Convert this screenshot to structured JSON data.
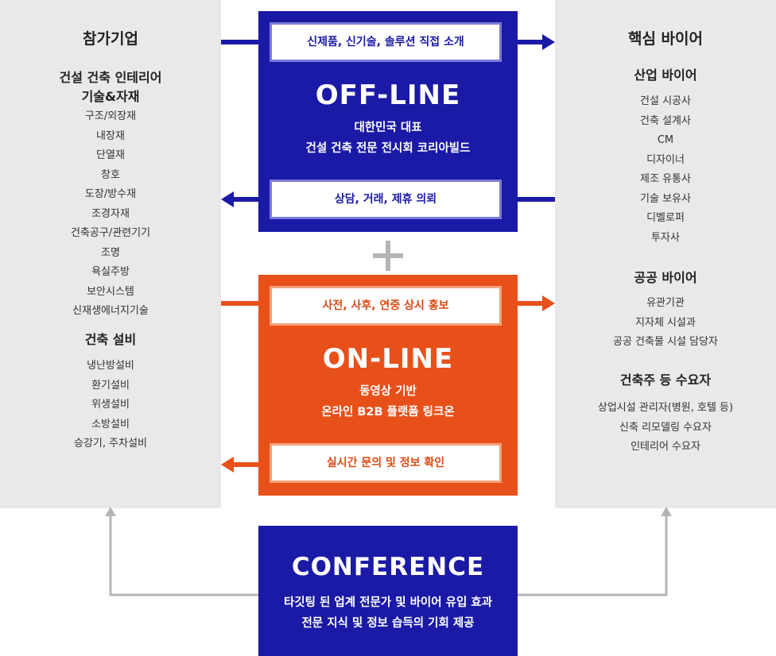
{
  "participants": {
    "title": "참가기업",
    "groups": [
      {
        "heading": [
          "건설 건축 인테리어",
          "기술&자재"
        ],
        "items": [
          "구조/외장재",
          "내장재",
          "단열재",
          "창호",
          "도장/방수재",
          "조경자재",
          "건축공구/관련기기",
          "조명",
          "욕실주방",
          "보안시스템",
          "신재생에너지기술"
        ]
      },
      {
        "heading": [
          "건축 설비"
        ],
        "items": [
          "냉난방설비",
          "환기설비",
          "위생설비",
          "소방설비",
          "승강기, 주차설비"
        ]
      }
    ]
  },
  "buyers": {
    "title": "핵심 바이어",
    "groups": [
      {
        "heading": [
          "산업 바이어"
        ],
        "items": [
          "건설 시공사",
          "건축 설계사",
          "CM",
          "디자이너",
          "제조 유통사",
          "기술 보유사",
          "디벨로퍼",
          "투자사"
        ]
      },
      {
        "heading": [
          "공공 바이어"
        ],
        "items": [
          "유관기관",
          "지자체 시설과",
          "공공 건축물 시설 담당자"
        ]
      },
      {
        "heading": [
          "건축주 등 수요자"
        ],
        "items": [
          "상업시설 관리자(병원, 호텔 등)",
          "신축 리모델링 수요자",
          "인테리어 수요자"
        ]
      }
    ]
  },
  "offline": {
    "top_label": "신제품, 신기술, 솔루션 직접 소개",
    "title": "OFF-LINE",
    "desc": [
      "대한민국 대표",
      "건설 건축 전문 전시회 코리아빌드"
    ],
    "bottom_label": "상담, 거래, 제휴 의뢰"
  },
  "online": {
    "top_label": "사전, 사후, 연중 상시 홍보",
    "title": "ON-LINE",
    "desc": [
      "동영상 기반",
      "온라인 B2B 플랫폼 링크온"
    ],
    "bottom_label": "실시간 문의 및 정보 확인"
  },
  "conference": {
    "title": "CONFERENCE",
    "desc": [
      "타깃팅 된 업계 전문가 및 바이어 유입 효과",
      "전문 지식 및 정보 습득의 기회 제공"
    ]
  },
  "colors": {
    "navy": "#1b1aa6",
    "orange": "#e8501a",
    "panel_gray": "#e9e9e9",
    "connector_gray": "#b5b5b5"
  }
}
